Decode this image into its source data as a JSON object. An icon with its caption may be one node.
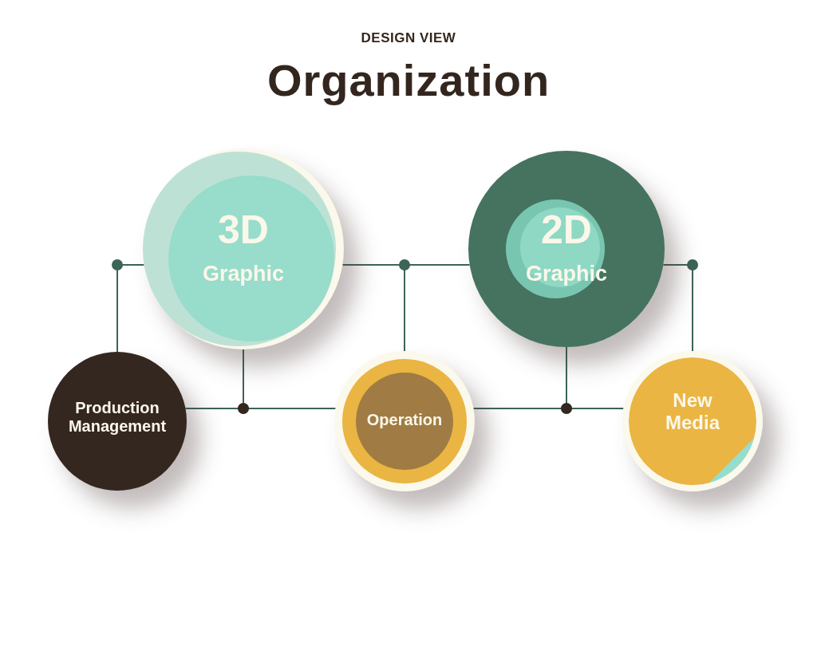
{
  "diagram": {
    "title": "Organization",
    "nodes": [
      {
        "text": [
          "3D",
          "Graphic"
        ]
      },
      {
        "text": [
          "2D",
          "Graphic"
        ]
      },
      {
        "text": [
          "Production Management"
        ]
      },
      {
        "text": [
          "Operation"
        ]
      },
      {
        "text": [
          "New Media"
        ]
      }
    ],
    "edges": [
      {
        "from": 0,
        "to": 2,
        "arrow": "none"
      },
      {
        "from": 0,
        "to": 3,
        "arrow": "none"
      },
      {
        "from": 1,
        "to": 3,
        "arrow": "none"
      },
      {
        "from": 1,
        "to": 4,
        "arrow": "none"
      },
      {
        "from": 0,
        "to": 3,
        "arrow": "none"
      },
      {
        "from": 2,
        "to": 3,
        "arrow": "none"
      },
      {
        "from": 1,
        "to": 3,
        "arrow": "none"
      },
      {
        "from": 3,
        "to": 4,
        "arrow": "none"
      }
    ],
    "labels": [
      "DESIGN VIEW"
    ]
  }
}
